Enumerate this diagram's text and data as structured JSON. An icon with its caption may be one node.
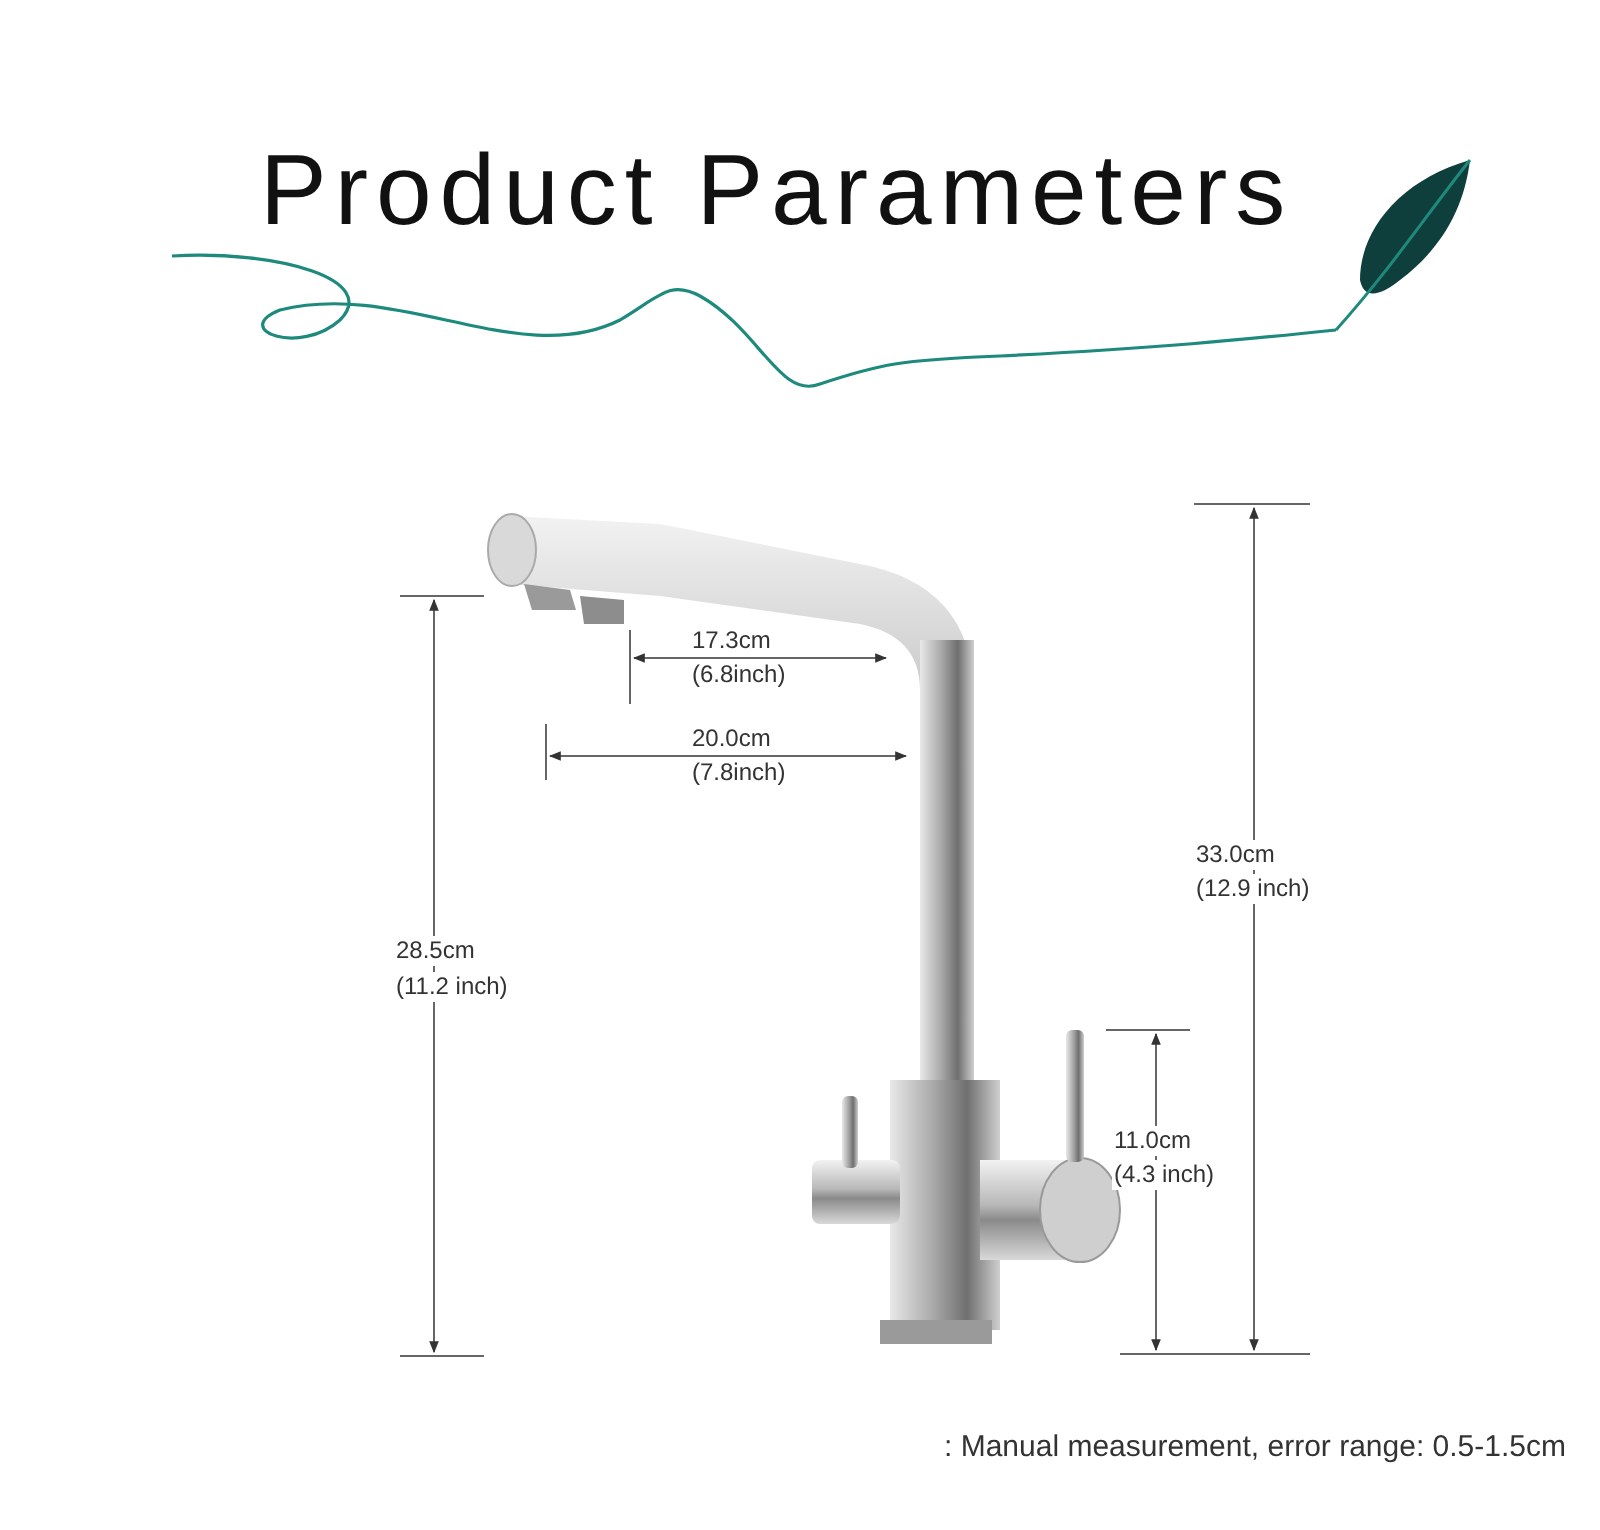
{
  "diagram": {
    "title": "Product Parameters",
    "labels": [
      "17.3cm",
      "(6.8inch)",
      "20.0cm",
      "(7.8inch)",
      "33.0cm",
      "(12.9 inch)",
      "28.5cm",
      "(11.2 inch)",
      "11.0cm",
      "(4.3 inch)",
      ": Manual measurement, error range: 0.5-1.5cm"
    ]
  }
}
